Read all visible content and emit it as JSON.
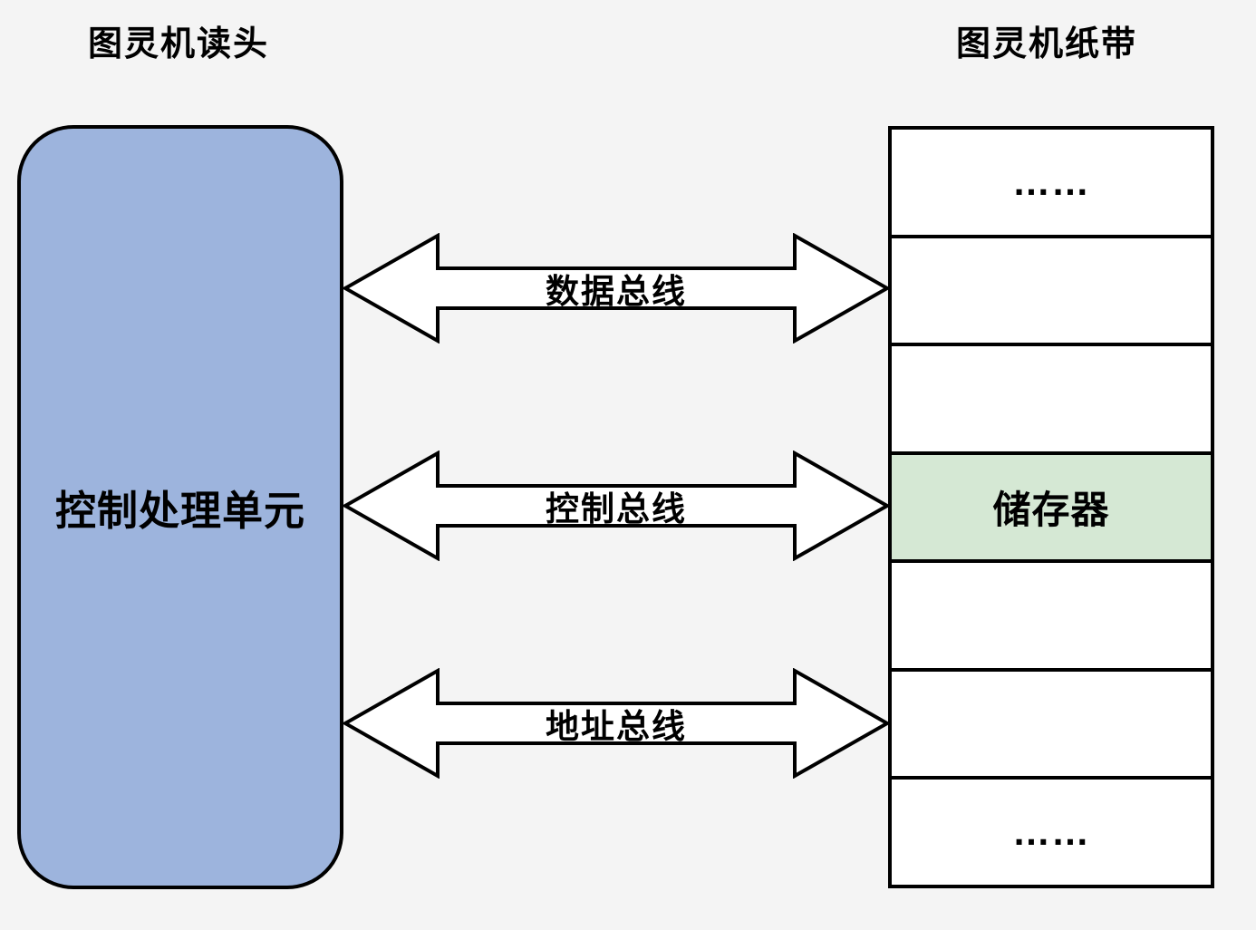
{
  "titles": {
    "left": "图灵机读头",
    "right": "图灵机纸带"
  },
  "cpu": {
    "label": "控制处理单元"
  },
  "buses": [
    {
      "label": "数据总线"
    },
    {
      "label": "控制总线"
    },
    {
      "label": "地址总线"
    }
  ],
  "tape": {
    "cells": [
      {
        "text": "……",
        "highlighted": false
      },
      {
        "text": "",
        "highlighted": false
      },
      {
        "text": "",
        "highlighted": false
      },
      {
        "text": "储存器",
        "highlighted": true
      },
      {
        "text": "",
        "highlighted": false
      },
      {
        "text": "",
        "highlighted": false
      },
      {
        "text": "……",
        "highlighted": false
      }
    ]
  },
  "colors": {
    "background": "#F4F4F4",
    "cpu_fill": "#9DB4DD",
    "memory_fill": "#D5E8D4",
    "stroke": "#000000",
    "arrow_fill": "#FFFFFF"
  }
}
